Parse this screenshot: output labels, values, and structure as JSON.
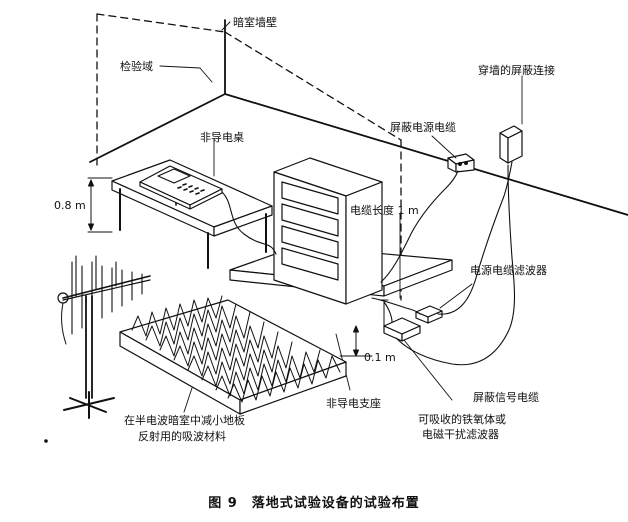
{
  "labels": {
    "darkroom_wall": "暗室墙壁",
    "test_area": "检验域",
    "through_wall_connection": "穿墙的屏蔽连接",
    "shielded_power_cable": "屏蔽电源电缆",
    "nonconductive_table": "非导电桌",
    "height_table": "0.8 m",
    "cable_length": "电缆长度 1 m",
    "power_cable_filter": "电源电缆滤波器",
    "height_support": "0.1 m",
    "shielded_signal_cable": "屏蔽信号电缆",
    "nonconductive_support": "非导电支座",
    "absorber_line1": "可吸收的铁氧体或",
    "absorber_line2": "电磁干扰滤波器",
    "material_line1": "在半电波暗室中减小地板",
    "material_line2": "反射用的吸波材料"
  },
  "caption": "图 9　落地式试验设备的试验布置"
}
